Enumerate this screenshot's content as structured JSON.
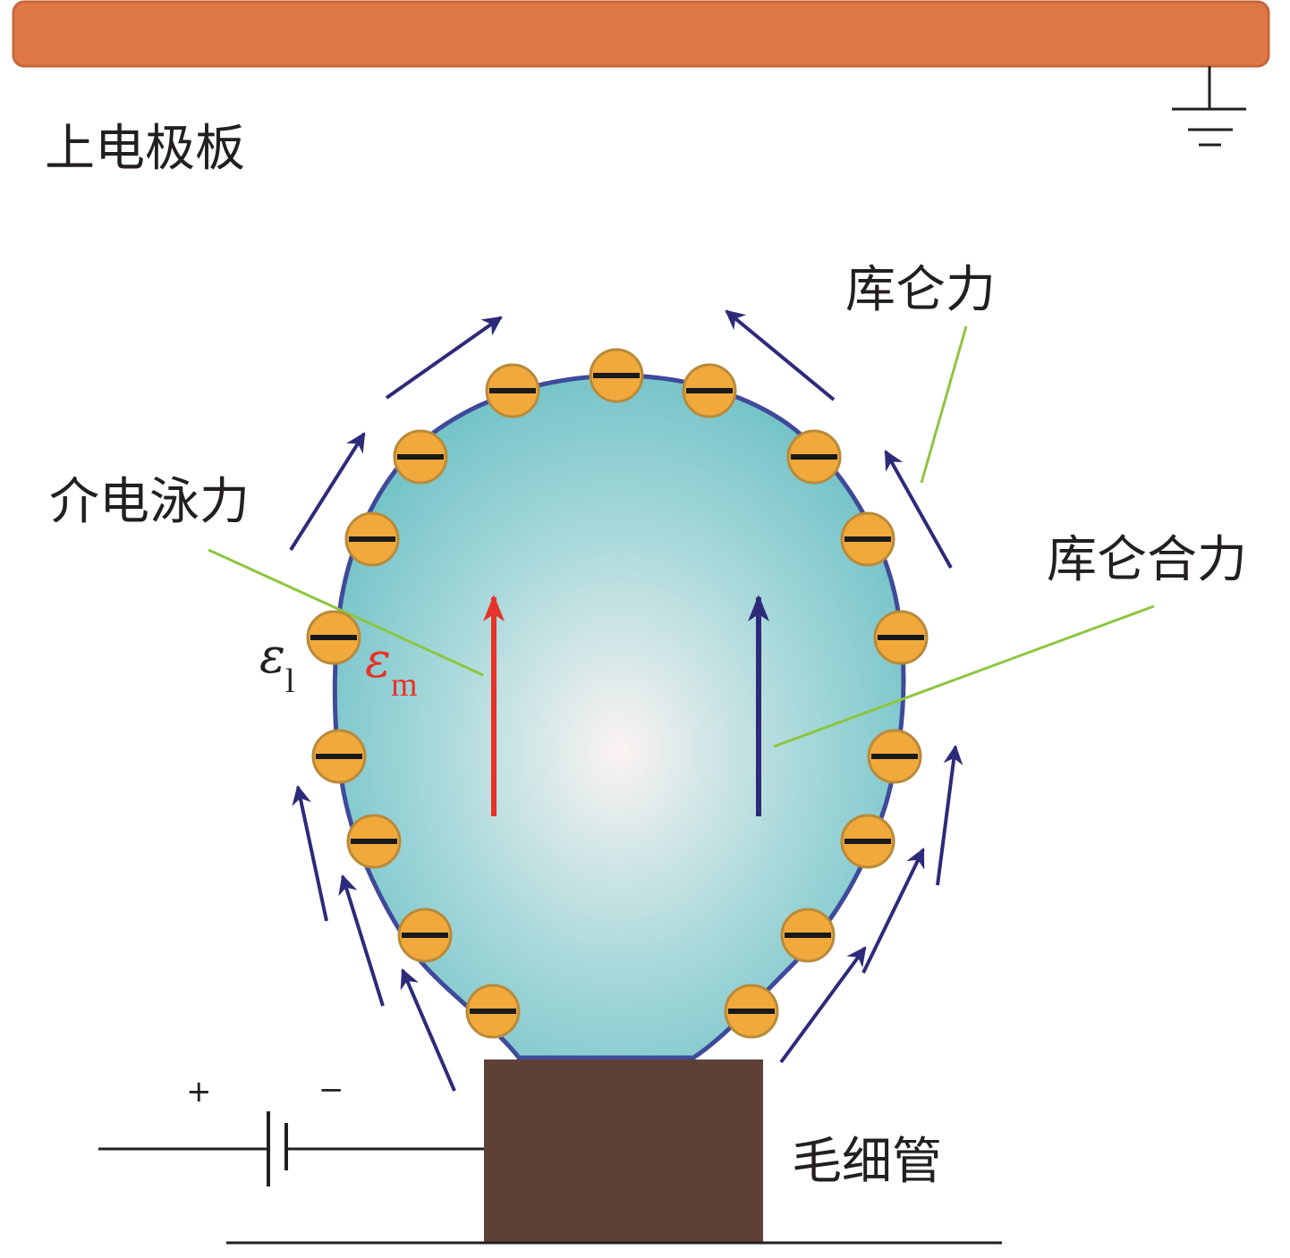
{
  "labels": {
    "top_plate": "上电极板",
    "coulomb_force": "库仑力",
    "dielectrophoretic_force": "介电泳力",
    "resultant_coulomb_force": "库仑合力",
    "capillary": "毛细管",
    "epsilon_outer": "ε",
    "epsilon_outer_sub": "l",
    "epsilon_medium": "ε",
    "epsilon_medium_sub": "m",
    "battery_plus": "+",
    "battery_minus": "−"
  },
  "colors": {
    "plate": "#e07845",
    "droplet_edge": "#3f4a9a",
    "droplet_fill": "#6cc0c6",
    "charge_fill": "#f0a93a",
    "arrow_blue": "#2e2a7a",
    "arrow_red": "#e63329",
    "leader_green": "#8dc63f",
    "capillary": "#5e4037"
  },
  "charge_count": 17
}
